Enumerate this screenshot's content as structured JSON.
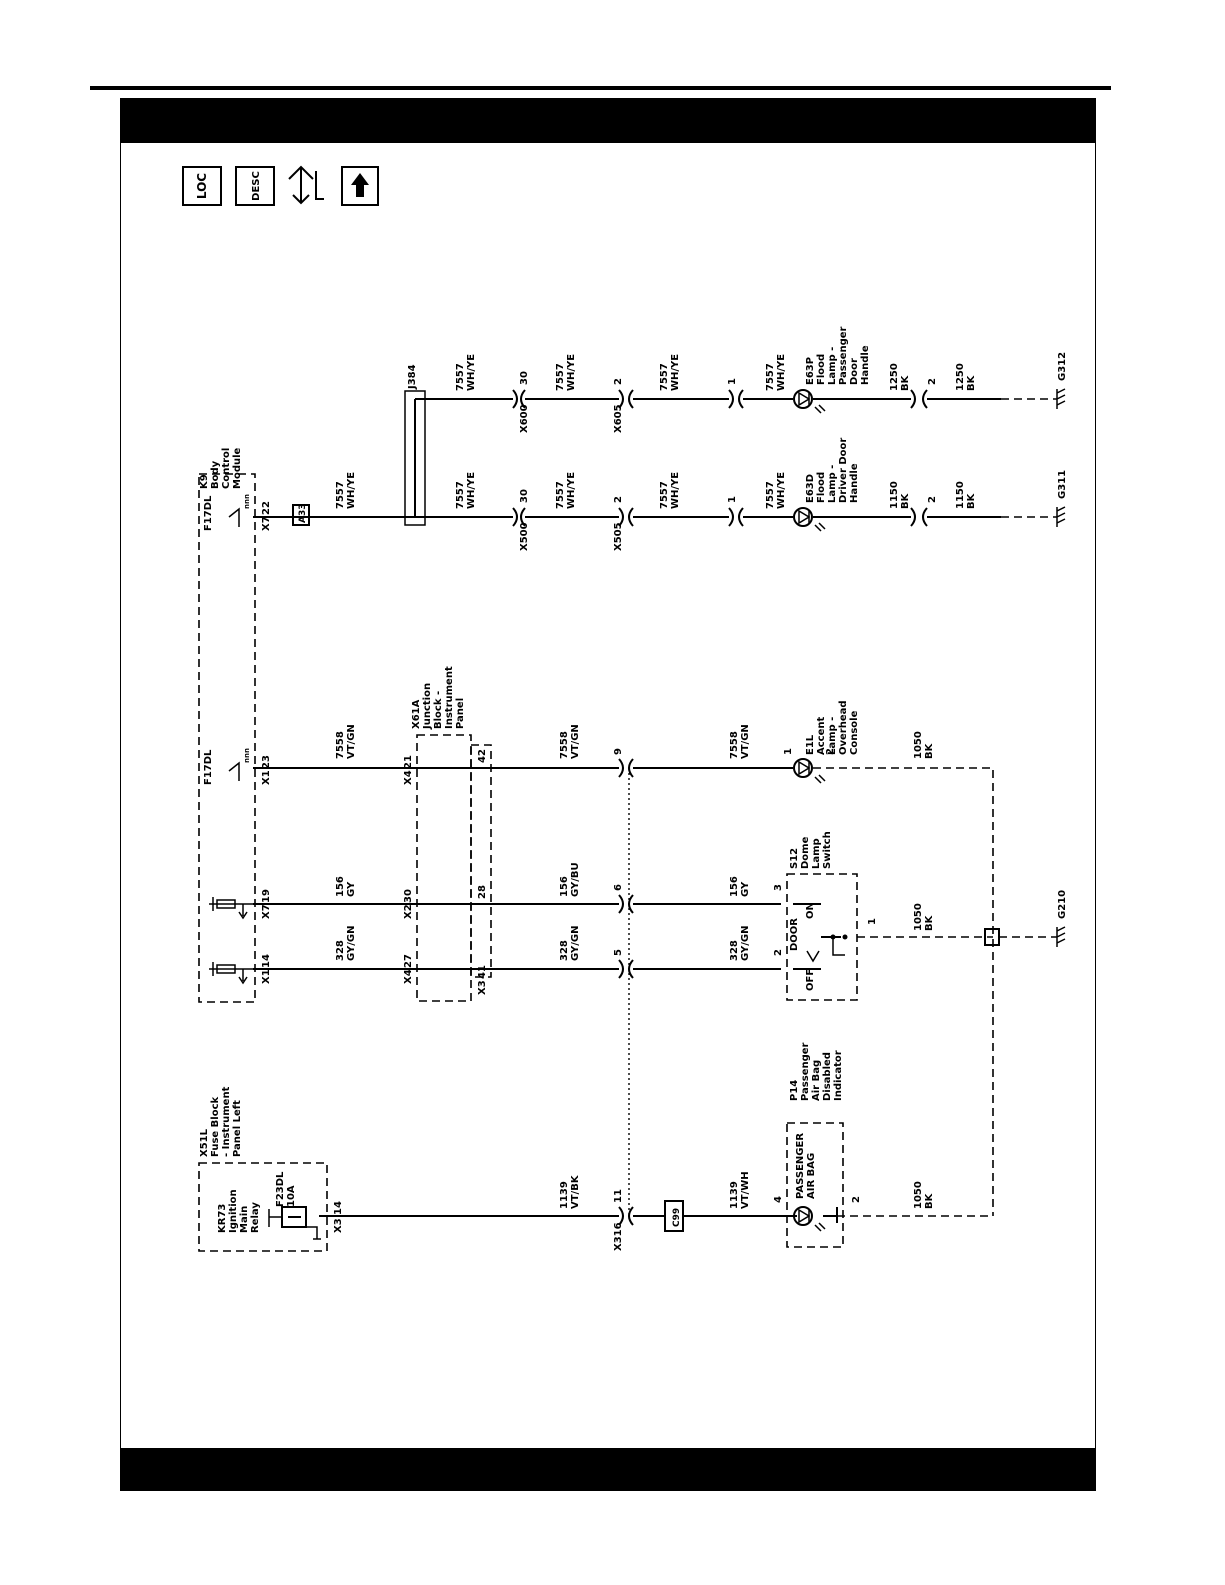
{
  "toolbar": {
    "icons": [
      {
        "name": "loc-icon",
        "label": "LOC"
      },
      {
        "name": "desc-icon",
        "label": "DESC"
      },
      {
        "name": "connector-info-icon",
        "label": ""
      },
      {
        "name": "up-arrow-icon",
        "label": ""
      }
    ]
  },
  "components": {
    "x51l": [
      "X51L",
      "Fuse Block",
      "- Instrument",
      "Panel Left"
    ],
    "kr73": [
      "KR73",
      "Ignition",
      "Main",
      "Relay"
    ],
    "f23dl": [
      "F23DL",
      "10A"
    ],
    "k9": [
      "K9",
      "Body",
      "Control",
      "Module"
    ],
    "f17dl_a": "F17DL",
    "f17dl_b": "F17DL",
    "x61a": [
      "X61A",
      "Junction",
      "Block -",
      "Instrument",
      "Panel"
    ],
    "j384": "J384",
    "s12": [
      "S12",
      "Dome",
      "Lamp",
      "Switch"
    ],
    "p14": [
      "P14",
      "Passenger",
      "Air Bag",
      "Disabled",
      "Indicator"
    ],
    "p14_text": [
      "PASSENGER",
      "AIR BAG"
    ],
    "e1l": [
      "E1L",
      "Accent",
      "Lamp -",
      "Overhead",
      "Console"
    ],
    "e63d": [
      "E63D",
      "Flood",
      "Lamp -",
      "Driver Door",
      "Handle"
    ],
    "e63p": [
      "E63P",
      "Flood",
      "Lamp -",
      "Passenger",
      "Door",
      "Handle"
    ],
    "a33": "A33",
    "c99": "C99",
    "x316": "X316",
    "x500": "X500",
    "x505": "X505",
    "x600": "X600",
    "x605": "X605",
    "g210": "G210",
    "g311": "G311",
    "g312": "G312",
    "switch_on": "ON",
    "switch_door": "DOOR",
    "switch_off": "OFF",
    "nnn_a": "nnn",
    "nnn_b": "nnn"
  },
  "pins": {
    "x3_14": [
      "X3",
      "14"
    ],
    "x1_14": [
      "X1",
      "14"
    ],
    "x7_19": [
      "X7",
      "19"
    ],
    "x1_23": [
      "X1",
      "23"
    ],
    "x7_22": [
      "X7",
      "22"
    ],
    "x4_27": [
      "X4",
      "27"
    ],
    "x2_30": [
      "X2",
      "30"
    ],
    "x4_21": [
      "X4",
      "21"
    ],
    "x3_41": [
      "X3",
      "41"
    ],
    "jb_28": "28",
    "jb_42": "42",
    "x316_11": "11",
    "x316_5": "5",
    "x316_6": "6",
    "x316_9": "9",
    "x500_30": "30",
    "x505_2": "2",
    "e63d_1": "1",
    "e63d_2": "2",
    "x600_30": "30",
    "x605_2": "2",
    "e63p_1": "1",
    "e63p_2": "2",
    "p14_4": "4",
    "p14_2": "2",
    "s12_2": "2",
    "s12_3": "3",
    "s12_1": "1",
    "e1l_1": "1",
    "e1l_2": "2"
  },
  "wires": {
    "w1139_vtbk": [
      "1139",
      "VT/BK"
    ],
    "w1139_vtwh": [
      "1139",
      "VT/WH"
    ],
    "w1050_a": [
      "1050",
      "BK"
    ],
    "w328_a": [
      "328",
      "GY/GN"
    ],
    "w328_b": [
      "328",
      "GY/GN"
    ],
    "w328_c": [
      "328",
      "GY/GN"
    ],
    "w156_a": [
      "156",
      "GY"
    ],
    "w156_b": [
      "156",
      "GY/BU"
    ],
    "w156_c": [
      "156",
      "GY"
    ],
    "w1050_b": [
      "1050",
      "BK"
    ],
    "w7558_a": [
      "7558",
      "VT/GN"
    ],
    "w7558_b": [
      "7558",
      "VT/GN"
    ],
    "w7558_c": [
      "7558",
      "VT/GN"
    ],
    "w1050_c": [
      "1050",
      "BK"
    ],
    "w7557_a": [
      "7557",
      "WH/YE"
    ],
    "w7557_d1": [
      "7557",
      "WH/YE"
    ],
    "w7557_d2": [
      "7557",
      "WH/YE"
    ],
    "w7557_d3": [
      "7557",
      "WH/YE"
    ],
    "w7557_d4": [
      "7557",
      "WH/YE"
    ],
    "w1150_a": [
      "1150",
      "BK"
    ],
    "w1150_b": [
      "1150",
      "BK"
    ],
    "w7557_p1": [
      "7557",
      "WH/YE"
    ],
    "w7557_p2": [
      "7557",
      "WH/YE"
    ],
    "w7557_p3": [
      "7557",
      "WH/YE"
    ],
    "w7557_p4": [
      "7557",
      "WH/YE"
    ],
    "w1250_a": [
      "1250",
      "BK"
    ],
    "w1250_b": [
      "1250",
      "BK"
    ]
  }
}
